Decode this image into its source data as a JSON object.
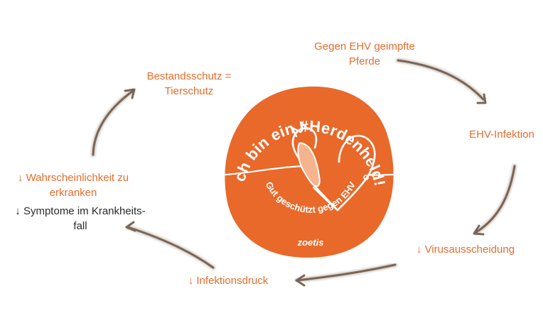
{
  "diagram": {
    "accent_color": "#e56d2e",
    "badge_color": "#e8692a",
    "arrow_color": "#7a6656",
    "cycle_labels": {
      "vaccinated": [
        "Gegen EHV geimpfte",
        "Pferde"
      ],
      "infection": "EHV-Infektion",
      "shedding": "↓ Virusausscheidung",
      "pressure": "↓ Infektionsdruck",
      "likelihood": [
        "↓ Wahrscheinlichkeit zu",
        "erkranken"
      ],
      "symptoms": [
        "↓ Symptome im Krankheits-",
        "fall"
      ],
      "herd_protection": [
        "Bestandsschutz =",
        "Tierschutz"
      ]
    },
    "badge": {
      "title": "Ich bin ein #Herdenheld!",
      "subtitle": "Gut geschützt gegen EHV",
      "brand": "zoetis",
      "icon": "horse-heart-icon"
    }
  }
}
